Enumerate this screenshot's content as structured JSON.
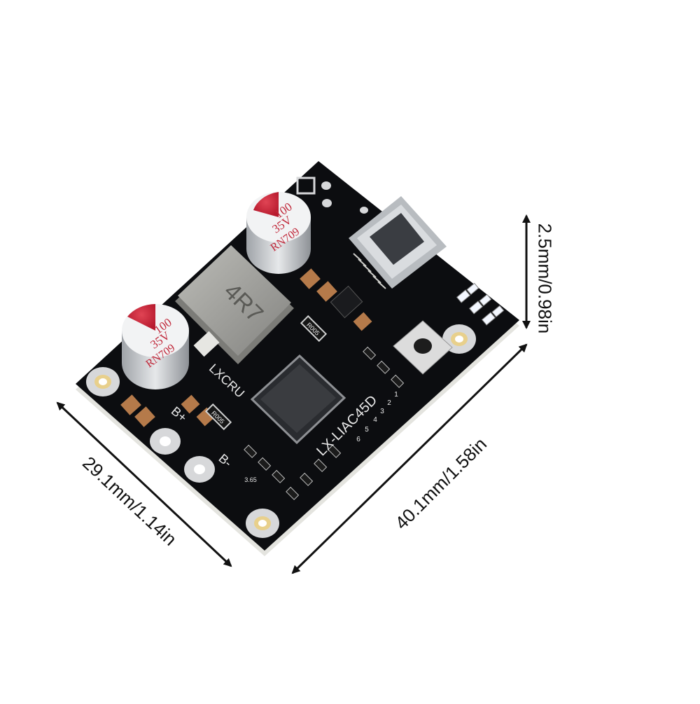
{
  "dimensions": {
    "height": "2.5mm/0.98in",
    "width": "29.1mm/1.14in",
    "length": "40.1mm/1.58in"
  },
  "board": {
    "model": "LX-LIAC45D",
    "brand": "LXCRU",
    "inductor": "4R7",
    "resistors": [
      "R005",
      "R005"
    ],
    "terminals": [
      "B+",
      "B-"
    ],
    "led_labels": [
      "1",
      "2",
      "3",
      "4",
      "5",
      "6"
    ],
    "voltage_mark": "3.65",
    "capacitors": [
      {
        "line1": "100",
        "line2": "35V",
        "line3": "RN709"
      },
      {
        "line1": "100",
        "line2": "35V",
        "line3": "RN709"
      }
    ]
  },
  "colors": {
    "pcb": "#0c0d10",
    "pcb_edge": "#e9e9e4",
    "capacitor_red": "#d7263d",
    "inductor": "#9e9e9a",
    "smd_cap": "#b57a4a",
    "led_white": "#f3f7ff"
  },
  "icons": [
    "usb-c-port-icon",
    "push-button-icon",
    "mounting-hole-icon"
  ]
}
